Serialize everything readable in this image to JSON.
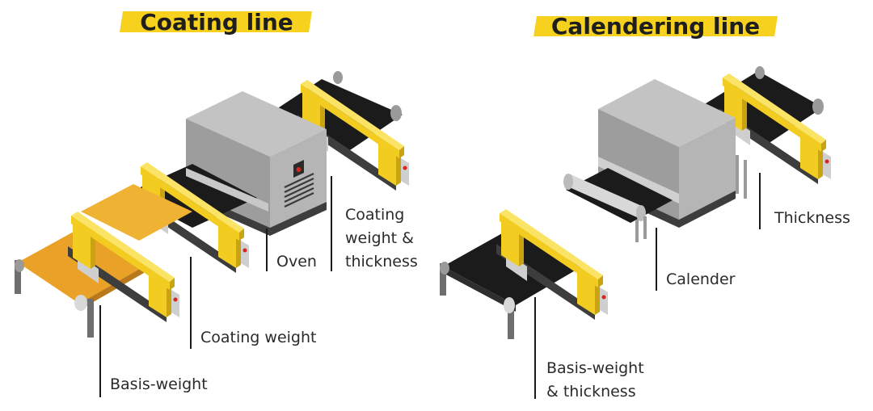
{
  "colors": {
    "highlight": "#f6d11d",
    "frame_yellow": "#f2cc21",
    "frame_yellow_dark": "#c9a410",
    "belt_black": "#1b1b1b",
    "coated_orange": "#e9a127",
    "oven_gray": "#a8a8a8",
    "base_dark": "#3d3d3d",
    "leader_line": "#1a1a1a",
    "indicator_red": "#d9261c"
  },
  "coating_line": {
    "title": "Coating line",
    "labels": {
      "basis_weight": "Basis-weight",
      "coating_weight": "Coating weight",
      "oven": "Oven",
      "coating_weight_thickness_1": "Coating",
      "coating_weight_thickness_2": "weight &",
      "coating_weight_thickness_3": "thickness"
    }
  },
  "calendering_line": {
    "title": "Calendering line",
    "labels": {
      "basis_weight_thickness_1": "Basis-weight",
      "basis_weight_thickness_2": "& thickness",
      "calender": "Calender",
      "thickness": "Thickness"
    }
  }
}
